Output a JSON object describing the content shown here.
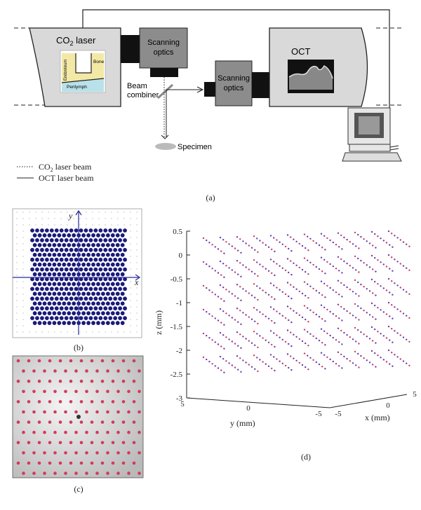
{
  "panel_a": {
    "co2_laser": "CO",
    "co2_sub": "2",
    "co2_suffix": " laser",
    "inset_bone": "Bone",
    "inset_endosteum": "Endosteum",
    "inset_perilymph": "Perilymph",
    "scanning_optics_1_line1": "Scanning",
    "scanning_optics_1_line2": "optics",
    "scanning_optics_2_line1": "Scanning",
    "scanning_optics_2_line2": "optics",
    "beam_combiner_line1": "Beam",
    "beam_combiner_line2": "combiner",
    "oct": "OCT",
    "specimen": "Specimen",
    "legend_co2": "CO",
    "legend_co2_sub": "2",
    "legend_co2_suffix": " laser beam",
    "legend_oct": "OCT laser beam",
    "caption": "(a)"
  },
  "panel_b": {
    "axis_x": "x",
    "axis_y": "y",
    "caption": "(b)"
  },
  "panel_c": {
    "caption": "(c)"
  },
  "panel_d": {
    "z_label": "z (mm)",
    "y_label": "y (mm)",
    "x_label": "x (mm)",
    "z_ticks": [
      "0.5",
      "0",
      "-0.5",
      "-1",
      "-1.5",
      "-2",
      "-2.5",
      "-3"
    ],
    "y_ticks": [
      "5",
      "0",
      "-5"
    ],
    "x_ticks": [
      "-5",
      "0",
      "5"
    ],
    "caption": "(d)"
  },
  "colors": {
    "dot_blue": "#1a1a7a",
    "dot_red": "#d23a5a",
    "box_gray": "#d9d9d9",
    "optics_gray": "#8c8c8c"
  }
}
